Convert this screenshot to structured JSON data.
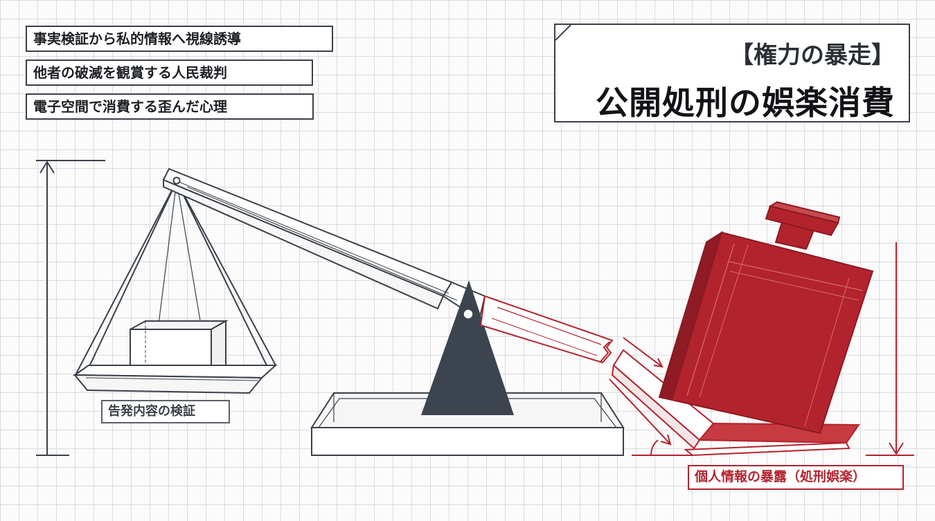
{
  "left_tags": [
    "事実検証から私的情報へ視線誘導",
    "他者の破滅を観賞する人民裁判",
    "電子空間で消費する歪んだ心理"
  ],
  "title": {
    "subtitle": "【権力の暴走】",
    "main": "公開処刑の娯楽消費"
  },
  "labels": {
    "left_pan": "告発内容の検証",
    "right_pan": "個人情報の暴露（処刑娯楽）"
  },
  "colors": {
    "ink": "#3a4049",
    "accent_red": "#b3232d",
    "fulcrum": "#3c4450"
  },
  "icons": [
    "vertical-measure-arrow-icon",
    "impact-arrows-icon",
    "angle-arc-icon"
  ]
}
